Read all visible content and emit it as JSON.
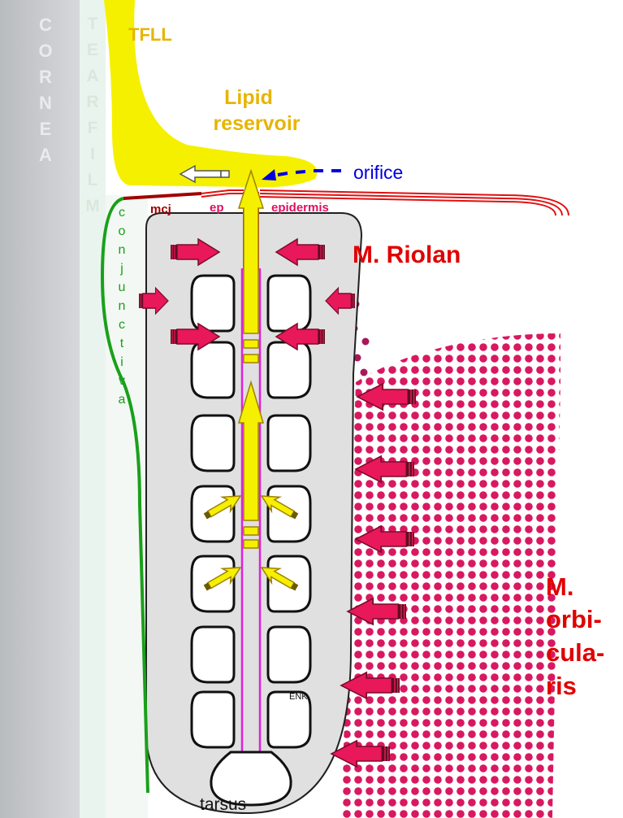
{
  "labels": {
    "cornea_letters": [
      "C",
      "O",
      "R",
      "N",
      "E",
      "A"
    ],
    "tearfilm_letters": [
      "T",
      "E",
      "A",
      "R",
      "F",
      "I",
      "L",
      "M"
    ],
    "conjunctiva_letters": [
      "c",
      "o",
      "n",
      "j",
      "u",
      "n",
      "c",
      "t",
      "i",
      "v",
      "a"
    ],
    "tfll": "TFLL",
    "lipid_line1": "Lipid",
    "lipid_line2": "reservoir",
    "orifice": "orifice",
    "mcj": "mcj",
    "ep": "ep",
    "epidermis": "epidermis",
    "riolan": "M. Riolan",
    "orbicularis_lines": [
      "M.",
      "orbi-",
      "cula-",
      "ris"
    ],
    "enk": "ENK",
    "tarsus": "tarsus"
  },
  "colors": {
    "lipid_yellow": "#f5f000",
    "label_gold": "#e8b400",
    "pressure_arrow": "#e8185a",
    "muscle_dot": "#d81860",
    "riolan_dot": "#a8185a",
    "tarsus_gray": "#e0e0e0",
    "duct_magenta": "#e020e0",
    "conjunctiva_green": "#1aa01a",
    "mcj_dark_red": "#a00000",
    "epidermis_red": "#e01010",
    "orifice_blue": "#0000e0",
    "label_red": "#e00000",
    "cornea_panel": "#c8cacc",
    "tearfilm_panel": "#eaf4ef"
  }
}
